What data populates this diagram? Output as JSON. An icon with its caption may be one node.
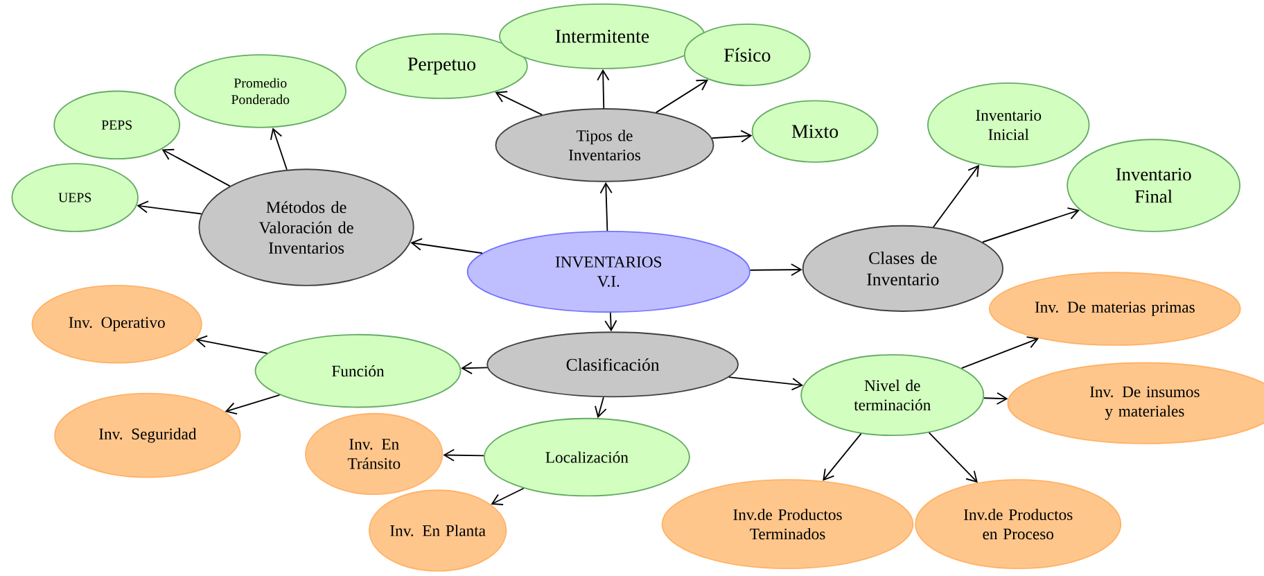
{
  "diagram": {
    "nodes": [
      {
        "text": [
          "INVENTARIOS V.I."
        ]
      },
      {
        "text": [
          "Tipos de Inventarios"
        ]
      },
      {
        "text": [
          "Perpetuo"
        ]
      },
      {
        "text": [
          "Intermitente"
        ]
      },
      {
        "text": [
          "Físico"
        ]
      },
      {
        "text": [
          "Mixto"
        ]
      },
      {
        "text": [
          "Métodos de Valoración de Inventarios"
        ]
      },
      {
        "text": [
          "Promedio Ponderado"
        ]
      },
      {
        "text": [
          "PEPS"
        ]
      },
      {
        "text": [
          "UEPS"
        ]
      },
      {
        "text": [
          "Clases de Inventario"
        ]
      },
      {
        "text": [
          "Inventario Inicial"
        ]
      },
      {
        "text": [
          "Inventario Final"
        ]
      },
      {
        "text": [
          "Clasificación"
        ]
      },
      {
        "text": [
          "Función"
        ]
      },
      {
        "text": [
          "Inv. Operativo"
        ]
      },
      {
        "text": [
          "Inv. Seguridad"
        ]
      },
      {
        "text": [
          "Localización"
        ]
      },
      {
        "text": [
          "Inv. En Tránsito"
        ]
      },
      {
        "text": [
          "Inv. En Planta"
        ]
      },
      {
        "text": [
          "Nivel de terminación"
        ]
      },
      {
        "text": [
          "Inv. De materias primas"
        ]
      },
      {
        "text": [
          "Inv. De insumos y materiales"
        ]
      },
      {
        "text": [
          "Inv.de Productos Terminados"
        ]
      },
      {
        "text": [
          "Inv.de Productos en Proceso"
        ]
      }
    ],
    "edges": [
      {
        "from": 0,
        "to": 1,
        "arrow": "to"
      },
      {
        "from": 0,
        "to": 6,
        "arrow": "to"
      },
      {
        "from": 0,
        "to": 10,
        "arrow": "to"
      },
      {
        "from": 0,
        "to": 13,
        "arrow": "to"
      },
      {
        "from": 1,
        "to": 2,
        "arrow": "to"
      },
      {
        "from": 1,
        "to": 3,
        "arrow": "to"
      },
      {
        "from": 1,
        "to": 4,
        "arrow": "to"
      },
      {
        "from": 1,
        "to": 5,
        "arrow": "to"
      },
      {
        "from": 6,
        "to": 7,
        "arrow": "to"
      },
      {
        "from": 6,
        "to": 8,
        "arrow": "to"
      },
      {
        "from": 6,
        "to": 9,
        "arrow": "to"
      },
      {
        "from": 10,
        "to": 11,
        "arrow": "to"
      },
      {
        "from": 10,
        "to": 12,
        "arrow": "to"
      },
      {
        "from": 13,
        "to": 14,
        "arrow": "to"
      },
      {
        "from": 13,
        "to": 17,
        "arrow": "to"
      },
      {
        "from": 13,
        "to": 20,
        "arrow": "to"
      },
      {
        "from": 14,
        "to": 15,
        "arrow": "to"
      },
      {
        "from": 14,
        "to": 16,
        "arrow": "to"
      },
      {
        "from": 17,
        "to": 18,
        "arrow": "to"
      },
      {
        "from": 17,
        "to": 19,
        "arrow": "to"
      },
      {
        "from": 20,
        "to": 21,
        "arrow": "to"
      },
      {
        "from": 20,
        "to": 22,
        "arrow": "to"
      },
      {
        "from": 20,
        "to": 23,
        "arrow": "to"
      },
      {
        "from": 20,
        "to": 24,
        "arrow": "to"
      }
    ]
  }
}
